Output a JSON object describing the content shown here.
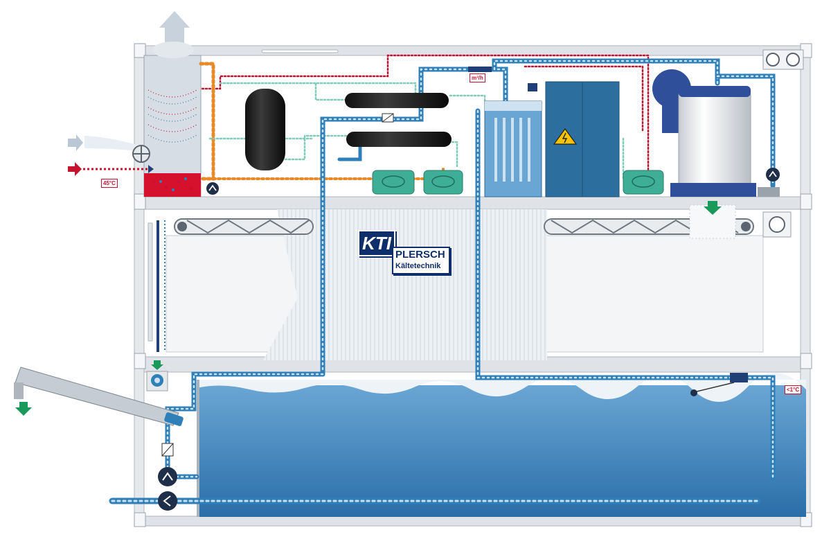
{
  "labels": {
    "inlet_temperature": "45°C",
    "tank_temperature": "<1°C",
    "flow_unit": "m³/h"
  },
  "logo": {
    "mark": "KTI",
    "brand": "PLERSCH",
    "subtitle": "Kältetechnik"
  },
  "icons": {
    "warning": "high-voltage-warning-icon",
    "fan": "fan-icon",
    "pump": "pump-icon",
    "valve": "valve-icon",
    "arrow": "flow-arrow-icon"
  },
  "colors": {
    "hot_water": "#c4122f",
    "warm_water": "#e88a2a",
    "cold_water": "#2f7fb8",
    "coolant": "#7ecbb8",
    "tank_water": "#3d86be",
    "frame": "#d9dde2",
    "pump": "#3fae97",
    "drain_arrow": "#1a9a5a"
  }
}
